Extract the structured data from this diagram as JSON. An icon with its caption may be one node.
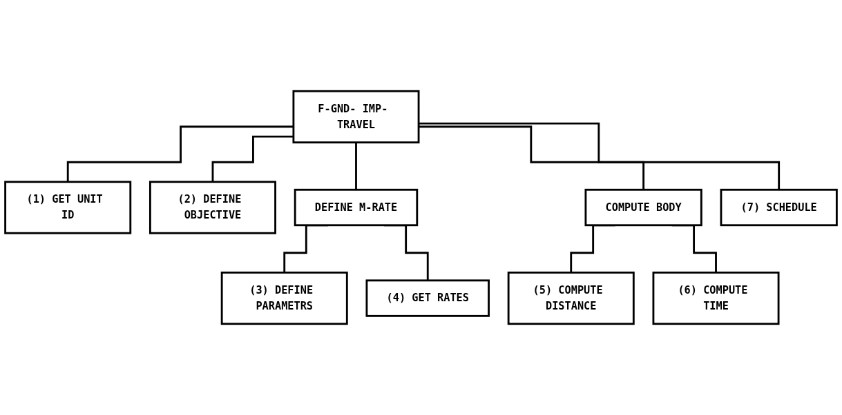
{
  "diagram": {
    "nodes": [
      {
        "text": [
          "F-GND- IMP- TRAVEL"
        ]
      },
      {
        "text": [
          "(1) GET UNIT ID"
        ]
      },
      {
        "text": [
          "(2) DEFINE OBJECTIVE"
        ]
      },
      {
        "text": [
          "DEFINE M-RATE"
        ]
      },
      {
        "text": [
          "COMPUTE BODY"
        ]
      },
      {
        "text": [
          "(7) SCHEDULE"
        ]
      },
      {
        "text": [
          "(3) DEFINE PARAMETRS"
        ]
      },
      {
        "text": [
          "(4) GET RATES"
        ]
      },
      {
        "text": [
          "(5) COMPUTE DISTANCE"
        ]
      },
      {
        "text": [
          "(6) COMPUTE TIME"
        ]
      }
    ],
    "edges": [
      {
        "from": 0,
        "to": 1,
        "arrow": "none"
      },
      {
        "from": 0,
        "to": 2,
        "arrow": "none"
      },
      {
        "from": 0,
        "to": 3,
        "arrow": "none"
      },
      {
        "from": 0,
        "to": 4,
        "arrow": "none"
      },
      {
        "from": 0,
        "to": 5,
        "arrow": "none"
      },
      {
        "from": 3,
        "to": 6,
        "arrow": "none"
      },
      {
        "from": 3,
        "to": 7,
        "arrow": "none"
      },
      {
        "from": 4,
        "to": 8,
        "arrow": "none"
      },
      {
        "from": 4,
        "to": 9,
        "arrow": "none"
      }
    ]
  }
}
